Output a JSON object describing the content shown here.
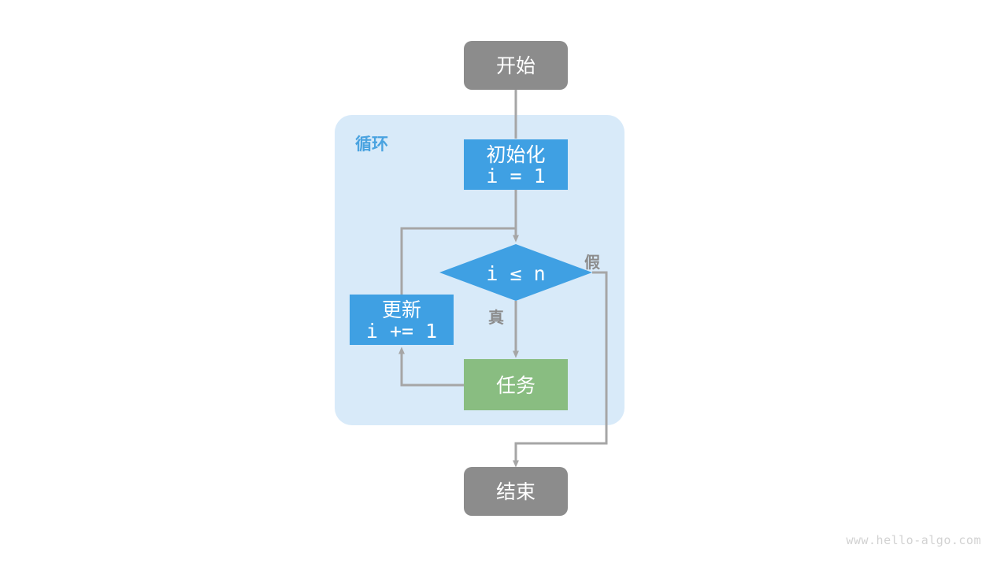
{
  "diagram": {
    "title": "for-loop-flowchart",
    "background": "#ffffff",
    "colors": {
      "terminal": "#8c8c8c",
      "process_blue": "#3fa0e3",
      "task_green": "#89bd81",
      "group_panel": "#d8eaf9",
      "group_title": "#4aa3e0",
      "edge": "#a6a6a6",
      "node_text": "#ffffff",
      "edge_label": "#8c8c8c",
      "watermark": "#d2d2d2"
    }
  },
  "group": {
    "name": "loop-group",
    "label": "循环"
  },
  "nodes": {
    "start": {
      "name": "start-node",
      "label": "开始",
      "shape": "rounded-rectangle",
      "color": "#8c8c8c"
    },
    "init": {
      "name": "init-node",
      "label_line1": "初始化",
      "label_line2": "i = 1",
      "shape": "rectangle",
      "color": "#3fa0e3"
    },
    "condition": {
      "name": "condition-node",
      "label": "i ≤ n",
      "shape": "diamond",
      "color": "#3fa0e3"
    },
    "update": {
      "name": "update-node",
      "label_line1": "更新",
      "label_line2": "i += 1",
      "shape": "rectangle",
      "color": "#3fa0e3"
    },
    "task": {
      "name": "task-node",
      "label": "任务",
      "shape": "rectangle",
      "color": "#89bd81"
    },
    "end": {
      "name": "end-node",
      "label": "结束",
      "shape": "rounded-rectangle",
      "color": "#8c8c8c"
    }
  },
  "edges": {
    "true_label": "真",
    "false_label": "假"
  },
  "watermark": {
    "text": "www.hello-algo.com"
  }
}
